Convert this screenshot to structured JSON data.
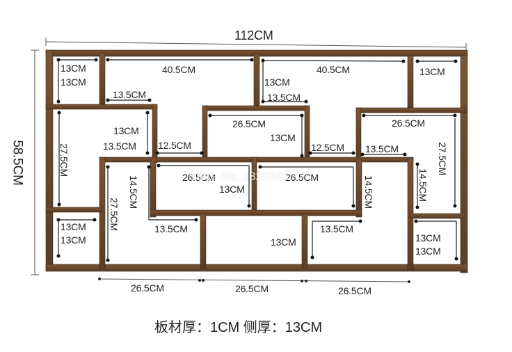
{
  "overall": {
    "width_label": "112CM",
    "height_label": "58.5CM"
  },
  "bottom_widths": [
    "26.5CM",
    "26.5CM",
    "26.5CM"
  ],
  "cells": {
    "top_left_w": "13CM",
    "top_left_h": "13CM",
    "top_mid_left_w": "40.5CM",
    "top_mid_right_w": "40.5CM",
    "top_center_w": "13CM",
    "top_center_step": "13.5CM",
    "top_left_step": "13.5CM",
    "top_right_w": "13CM",
    "center_top_w": "26.5CM",
    "center_top_h": "13CM",
    "left_tall_h": "27.5CM",
    "left_inner_w": "13CM",
    "left_inner_step": "13.5CM",
    "left_gap": "12.5CM",
    "right_gap": "12.5CM",
    "right_top_w": "26.5CM",
    "right_inner_step": "13.5CM",
    "right_tall_h": "27.5CM",
    "right_inner_h": "14.5CM",
    "mid_left_w": "26.5CM",
    "mid_right_w": "26.5CM",
    "mid_h": "13CM",
    "left_lower_h": "27.5CM",
    "left_lower_inner_h": "14.5CM",
    "left_lower_step": "13.5CM",
    "right_lower_h": "14.5CM",
    "right_lower_step": "13.5CM",
    "bottom_left_w": "13CM",
    "bottom_left_h": "13CM",
    "bottom_center_h": "13CM",
    "bottom_right_w": "13CM",
    "bottom_right_h": "13CM"
  },
  "watermark": "Store No: 1820046",
  "footer": "板材厚：1CM  侧厚：13CM",
  "colors": {
    "wood": "#6b4a2e",
    "wood_dark": "#4a3120",
    "line": "#333333"
  }
}
